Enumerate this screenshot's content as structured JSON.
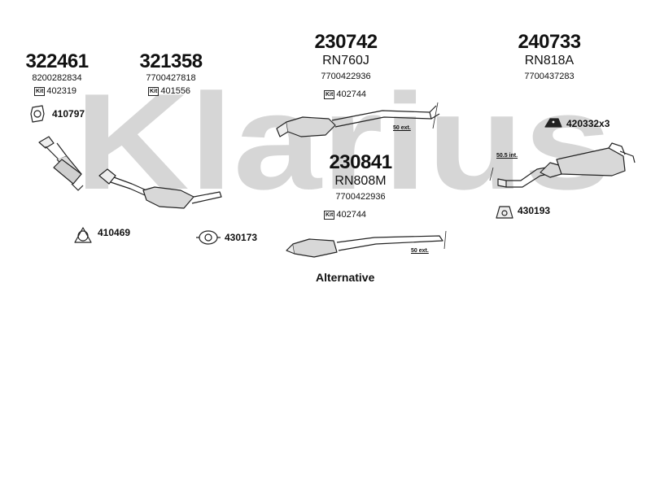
{
  "watermark": {
    "text": "Klarius",
    "color": "#d6d6d6"
  },
  "groups": [
    {
      "part": "322461",
      "oem": "8200282834",
      "kit": "402319"
    },
    {
      "part": "321358",
      "oem": "7700427818",
      "kit": "401556"
    },
    {
      "part": "230742",
      "ref": "RN760J",
      "oem": "7700422936",
      "kit": "402744",
      "note": "50 ext."
    },
    {
      "part": "240733",
      "ref": "RN818A",
      "oem": "7700437283",
      "note": "50.5 int."
    },
    {
      "part": "230841",
      "ref": "RN808M",
      "oem": "7700422936",
      "kit": "402744",
      "note": "50 ext."
    }
  ],
  "kit_badge": "Kit",
  "accessories": [
    {
      "code": "410797",
      "icon": "gasket-icon"
    },
    {
      "code": "410469",
      "icon": "ring-gasket-icon"
    },
    {
      "code": "430173",
      "icon": "clamp-icon"
    },
    {
      "code": "420332x3",
      "icon": "rubber-mount-icon"
    },
    {
      "code": "430193",
      "icon": "hanger-icon"
    }
  ],
  "alternative_label": "Alternative"
}
